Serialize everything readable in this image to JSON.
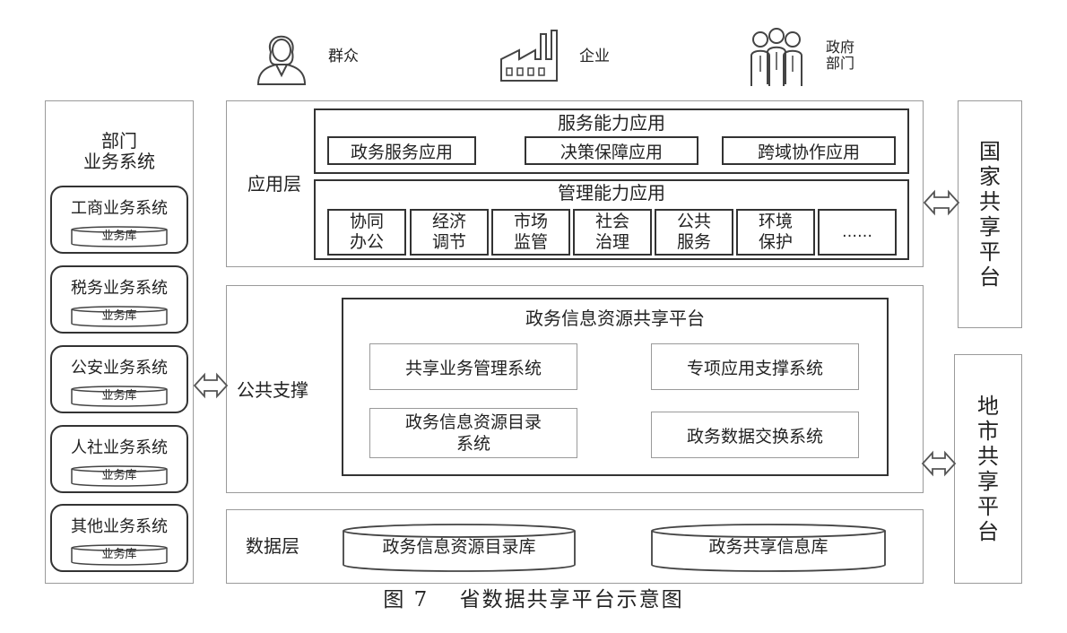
{
  "actors": {
    "public": "群众",
    "enterprise": "企业",
    "government_l1": "政府",
    "government_l2": "部门"
  },
  "left_panel": {
    "title_l1": "部门",
    "title_l2": "业务系统",
    "systems": [
      {
        "name": "工商业务系统",
        "db": "业务库"
      },
      {
        "name": "税务业务系统",
        "db": "业务库"
      },
      {
        "name": "公安业务系统",
        "db": "业务库"
      },
      {
        "name": "人社业务系统",
        "db": "业务库"
      },
      {
        "name": "其他业务系统",
        "db": "业务库"
      }
    ]
  },
  "app_layer": {
    "label": "应用层",
    "service": {
      "title": "服务能力应用",
      "items": [
        "政务服务应用",
        "决策保障应用",
        "跨域协作应用"
      ]
    },
    "management": {
      "title": "管理能力应用",
      "items": [
        {
          "l1": "协同",
          "l2": "办公"
        },
        {
          "l1": "经济",
          "l2": "调节"
        },
        {
          "l1": "市场",
          "l2": "监管"
        },
        {
          "l1": "社会",
          "l2": "治理"
        },
        {
          "l1": "公共",
          "l2": "服务"
        },
        {
          "l1": "环境",
          "l2": "保护"
        }
      ],
      "more": "……"
    }
  },
  "support_layer": {
    "label": "公共支撑",
    "platform": {
      "title": "政务信息资源共享平台",
      "shared_biz": "共享业务管理系统",
      "special_app": "专项应用支撑系统",
      "catalog_l1": "政务信息资源目录",
      "catalog_l2": "系统",
      "exchange": "政务数据交换系统"
    }
  },
  "data_layer": {
    "label": "数据层",
    "catalog_db": "政务信息资源目录库",
    "shared_db": "政务共享信息库"
  },
  "right_panels": {
    "national": [
      "国",
      "家",
      "共",
      "享",
      "平",
      "台"
    ],
    "local": [
      "地",
      "市",
      "共",
      "享",
      "平",
      "台"
    ]
  },
  "caption": "图 7　 省数据共享平台示意图"
}
